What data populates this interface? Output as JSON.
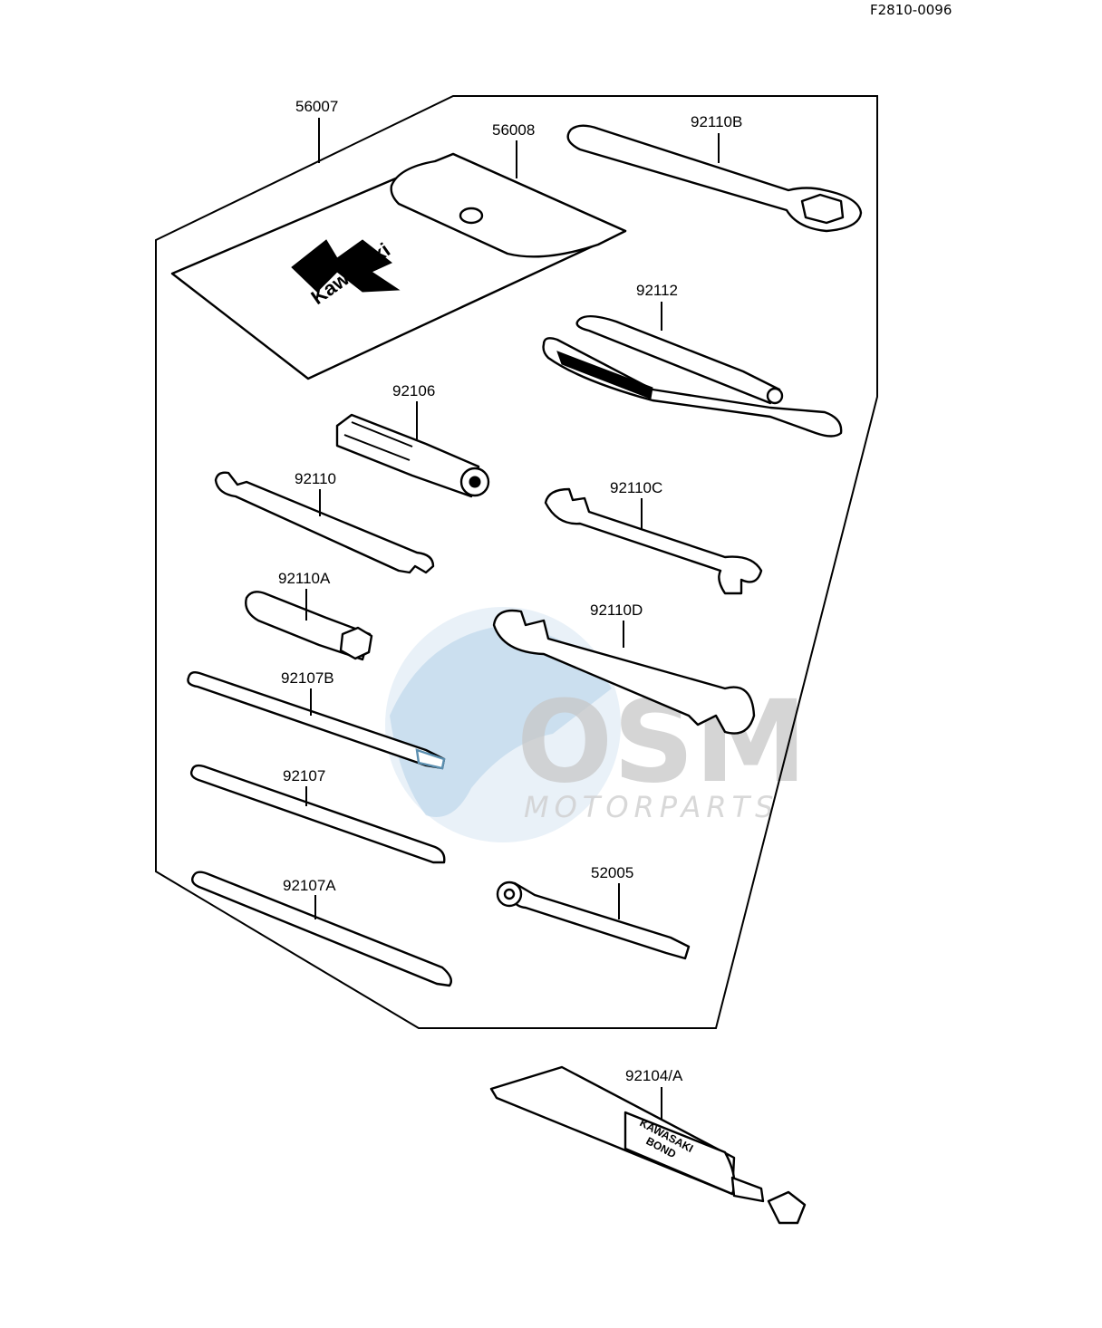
{
  "document": {
    "code": "F2810-0096"
  },
  "watermark": {
    "brand": "OSM",
    "tagline": "MOTORPARTS"
  },
  "pouch": {
    "brand": "Kawasaki"
  },
  "bond_tube": {
    "text": [
      "KAWASAKI",
      "BOND"
    ]
  },
  "parts": [
    {
      "id": "p56007",
      "number": "56007",
      "name": "tool-kit-bag"
    },
    {
      "id": "p56008",
      "number": "56008",
      "name": "tool-pouch"
    },
    {
      "id": "p92110B",
      "number": "92110B",
      "name": "ring-wrench"
    },
    {
      "id": "p92112",
      "number": "92112",
      "name": "pliers"
    },
    {
      "id": "p92106",
      "number": "92106",
      "name": "screwdriver-handle"
    },
    {
      "id": "p92110",
      "number": "92110",
      "name": "open-end-wrench-small"
    },
    {
      "id": "p92110C",
      "number": "92110C",
      "name": "open-end-wrench-medium"
    },
    {
      "id": "p92110A",
      "number": "92110A",
      "name": "plug-wrench"
    },
    {
      "id": "p92110D",
      "number": "92110D",
      "name": "open-end-wrench-large"
    },
    {
      "id": "p92107B",
      "number": "92107B",
      "name": "screwdriver-blade-b"
    },
    {
      "id": "p92107",
      "number": "92107",
      "name": "screwdriver-blade"
    },
    {
      "id": "p92107A",
      "number": "92107A",
      "name": "screwdriver-blade-a"
    },
    {
      "id": "p52005",
      "number": "52005",
      "name": "shock-spanner-bar"
    },
    {
      "id": "p92104A",
      "number": "92104/A",
      "name": "kawasaki-bond-tube"
    }
  ]
}
